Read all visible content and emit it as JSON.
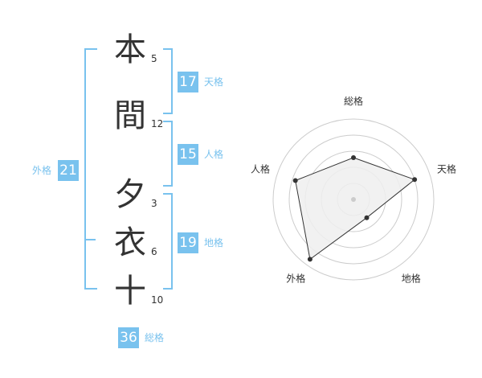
{
  "name_chars": [
    {
      "char": "本",
      "strokes": "5"
    },
    {
      "char": "間",
      "strokes": "12"
    },
    {
      "char": "夕",
      "strokes": "3"
    },
    {
      "char": "衣",
      "strokes": "6"
    },
    {
      "char": "十",
      "strokes": "10"
    }
  ],
  "fortunes": {
    "tenkaku": {
      "value": "17",
      "label": "天格"
    },
    "jinkaku": {
      "value": "15",
      "label": "人格"
    },
    "chikaku": {
      "value": "19",
      "label": "地格"
    },
    "gaikaku": {
      "value": "21",
      "label": "外格"
    },
    "soukaku": {
      "value": "36",
      "label": "総格"
    }
  },
  "chart_data": {
    "type": "radar",
    "axes": [
      "総格",
      "天格",
      "地格",
      "外格",
      "人格"
    ],
    "values": [
      2.6,
      4.0,
      1.4,
      4.6,
      3.8
    ],
    "max": 5,
    "rings": 5,
    "colors": {
      "fill": "#eeeeee",
      "line": "#333333",
      "grid": "#cccccc",
      "center": "#cccccc",
      "accent": "#79c2ee"
    }
  }
}
